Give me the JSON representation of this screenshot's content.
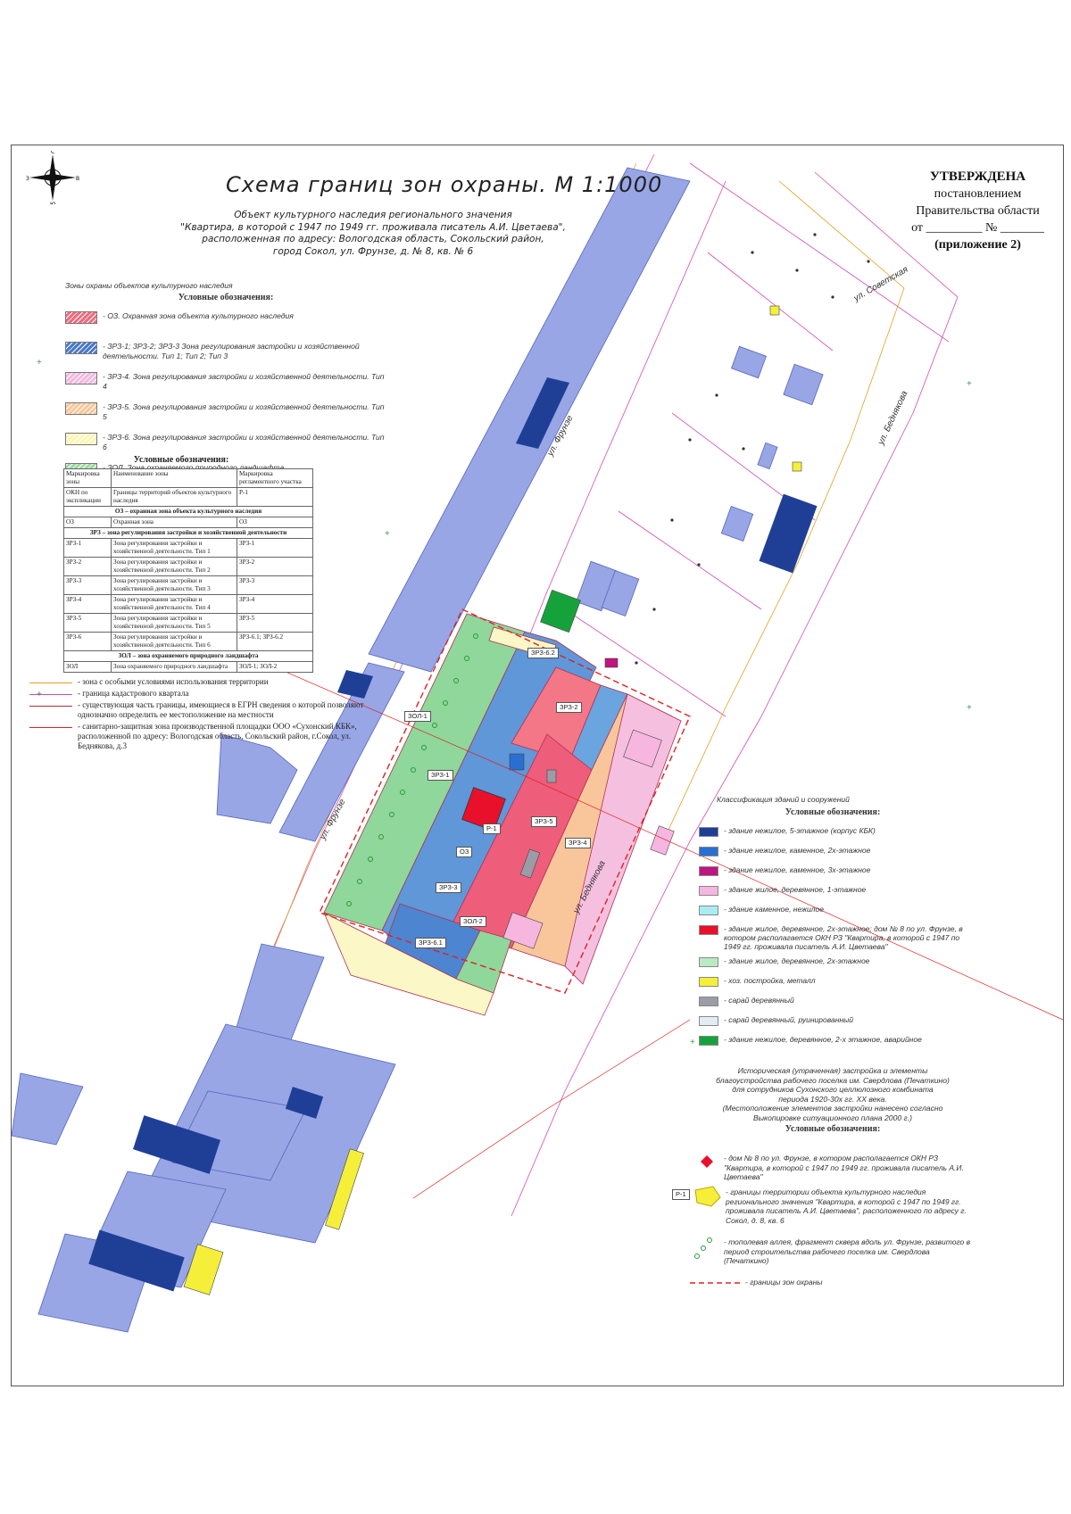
{
  "title": "Схема границ зон охраны. М 1:1000",
  "subtitle": [
    "Объект культурного наследия регионального значения",
    "\"Квартира, в которой с 1947 по 1949 гг. проживала писатель А.И. Цветаева\",",
    "расположенная по адресу: Вологодская область, Сокольский район,",
    "город Сокол, ул. Фрунзе, д. № 8, кв. № 6"
  ],
  "approval": {
    "head": "УТВЕРЖДЕНА",
    "line1": "постановлением",
    "line2": "Правительства области",
    "line3": "от _________ № _______",
    "line4": "(приложение 2)"
  },
  "compass": {
    "n": "С",
    "s": "Ю",
    "w": "З",
    "e": "В"
  },
  "zones_legend": {
    "caption": "Зоны охраны объектов культурного наследия",
    "heading": "Условные обозначения:",
    "items": [
      {
        "text": "- ОЗ. Охранная зона объекта культурного наследия",
        "color": "#f06b7c"
      },
      {
        "text": "- ЗРЗ-1; ЗРЗ-2; ЗРЗ-3  Зона регулирования застройки и хозяйственной деятельности. Тип 1; Тип 2; Тип 3",
        "color": "#4a78c8"
      },
      {
        "text": "- ЗРЗ-4. Зона регулирования застройки и хозяйственной деятельности. Тип 4",
        "color": "#f3b9df"
      },
      {
        "text": "- ЗРЗ-5. Зона регулирования застройки и хозяйственной деятельности. Тип 5",
        "color": "#f8c79a"
      },
      {
        "text": "- ЗРЗ-6. Зона регулирования застройки и хозяйственной деятельности. Тип 6",
        "color": "#fbf6b8"
      },
      {
        "text": "- ЗОЛ. Зона охраняемого природного ландшафта.",
        "color": "#9ed9a3"
      }
    ]
  },
  "table": {
    "title": "Условные обозначения:",
    "header": [
      "Маркировка зоны",
      "Наименование зоны",
      "Маркировка регламентного участка"
    ],
    "rows": [
      {
        "type": "row",
        "c": [
          "ОКН по экспликации",
          "Границы территорий объектов культурного наследия",
          "Р-1"
        ]
      },
      {
        "type": "section",
        "text": "ОЗ – охранная зона объекта культурного наследия"
      },
      {
        "type": "row",
        "c": [
          "ОЗ",
          "Охранная зона",
          "ОЗ"
        ]
      },
      {
        "type": "section",
        "text": "ЗРЗ – зона регулирования застройки и хозяйственной деятельности"
      },
      {
        "type": "row",
        "c": [
          "ЗРЗ-1",
          "Зона регулирования застройки и хозяйственной деятельности. Тип 1",
          "ЗРЗ-1"
        ]
      },
      {
        "type": "row",
        "c": [
          "ЗРЗ-2",
          "Зона регулирования застройки и хозяйственной деятельности. Тип 2",
          "ЗРЗ-2"
        ]
      },
      {
        "type": "row",
        "c": [
          "ЗРЗ-3",
          "Зона регулирования застройки и хозяйственной деятельности. Тип 3",
          "ЗРЗ-3"
        ]
      },
      {
        "type": "row",
        "c": [
          "ЗРЗ-4",
          "Зона регулирования застройки и хозяйственной деятельности. Тип 4",
          "ЗРЗ-4"
        ]
      },
      {
        "type": "row",
        "c": [
          "ЗРЗ-5",
          "Зона регулирования застройки и хозяйственной деятельности. Тип 5",
          "ЗРЗ-5"
        ]
      },
      {
        "type": "row",
        "c": [
          "ЗРЗ-6",
          "Зона регулирования застройки и хозяйственной деятельности. Тип 6",
          "ЗРЗ-6.1; ЗРЗ-6.2"
        ]
      },
      {
        "type": "section",
        "text": "ЗОЛ – зона охраняемого природного ландшафта"
      },
      {
        "type": "row",
        "c": [
          "ЗОЛ",
          "Зона охраняемого природного ландшафта",
          "ЗОЛ-1; ЗОЛ-2"
        ]
      }
    ]
  },
  "lines_legend": [
    {
      "text": "- зона с особыми условиями использования территории",
      "color": "#e0a020"
    },
    {
      "text": "- граница кадастрового квартала",
      "color": "#d44bb0"
    },
    {
      "text": "- существующая часть границы, имеющиеся в ЕГРН сведения о которой позволяют однозначно определить ее местоположение на местности",
      "color": "#b03030"
    },
    {
      "text": "- санитарно-защитная зона  производственной площадки ООО «Сухонский КБК», расположенной по адресу: Вологодская область, Сокольский район, г.Сокол, ул. Беднякова, д.3",
      "color": "#e02020"
    }
  ],
  "classification": {
    "caption": "Классификация зданий и сооружений",
    "heading": "Условные обозначения:",
    "items": [
      {
        "text": "- здание нежилое, 5-этажное (корпус КБК)",
        "color": "#1f3f97"
      },
      {
        "text": "- здание нежилое, каменное, 2х-этажное",
        "color": "#2a6fd0"
      },
      {
        "text": "- здание нежилое, каменное, 3х-этажное",
        "color": "#c0157e"
      },
      {
        "text": "- здание жилое, деревянное, 1-этажное",
        "color": "#f7b6e0"
      },
      {
        "text": "- здание каменное, нежилое",
        "color": "#a9ecf2"
      },
      {
        "text": "- здание жилое, деревянное, 2х-этажное; дом № 8 по ул. Фрунзе, в котором располагается ОКН РЗ \"Квартира, в которой с 1947 по 1949 гг. проживала писатель А.И. Цветаева\"",
        "color": "#e8102a"
      },
      {
        "text": "- здание жилое, деревянное, 2х-этажное",
        "color": "#b9eac3"
      },
      {
        "text": "- хоз. постройка, металл",
        "color": "#f6ef3a"
      },
      {
        "text": "- сарай деревянный",
        "color": "#9c9ca8"
      },
      {
        "text": "- сарай деревянный, руинированный",
        "color": "#e3ecf5"
      },
      {
        "text": "- здание нежилое, деревянное, 2-х этажное, аварийное",
        "color": "#16a23a"
      }
    ]
  },
  "historic": {
    "lines": [
      "Историческая (утраченная) застройка и элементы",
      "благоустройства рабочего поселка им. Свердлова (Печаткино)",
      "для сотрудников Сухонского целлюлозного комбината",
      "периода 1920-30х гг. XX века.",
      "(Местоположение элементов застройки нанесено согласно",
      "Выкопировке ситуационного плана 2000 г.)"
    ],
    "heading": "Условные обозначения:",
    "item1": "- дом № 8 по ул. Фрунзе, в котором располагается ОКН РЗ \"Квартира, в которой с 1947 по 1949 гг. проживала писатель А.И. Цветаева\"",
    "item2_tag": "Р-1",
    "item2": "- границы территории объекта культурного наследия регионального значения \"Квартира, в которой с 1947 по 1949 гг. проживала писатель А.И. Цветаева\", расположенного по адресу г. Сокол, д. 8, кв. 6",
    "item3": "- тополевая аллея, фрагмент сквера вдоль ул. Фрунзе, развитого в период строительства рабочего поселка им. Свердлова (Печаткино)",
    "item4": "- границы зон охраны"
  },
  "map_labels": {
    "zrz62": "ЗРЗ-6.2",
    "zrz2": "ЗРЗ-2",
    "zol1": "ЗОЛ-1",
    "zrz1": "ЗРЗ-1",
    "zrz5": "ЗРЗ-5",
    "p1": "Р-1",
    "oz": "ОЗ",
    "zrz4": "ЗРЗ-4",
    "zrz3": "ЗРЗ-3",
    "zol2": "ЗОЛ-2",
    "zrz61": "ЗРЗ-6.1"
  },
  "streets": {
    "frunze": "ул. Фрунзе",
    "sovetskaya": "ул. Советская",
    "bednyakova": "ул. Беднякова"
  }
}
